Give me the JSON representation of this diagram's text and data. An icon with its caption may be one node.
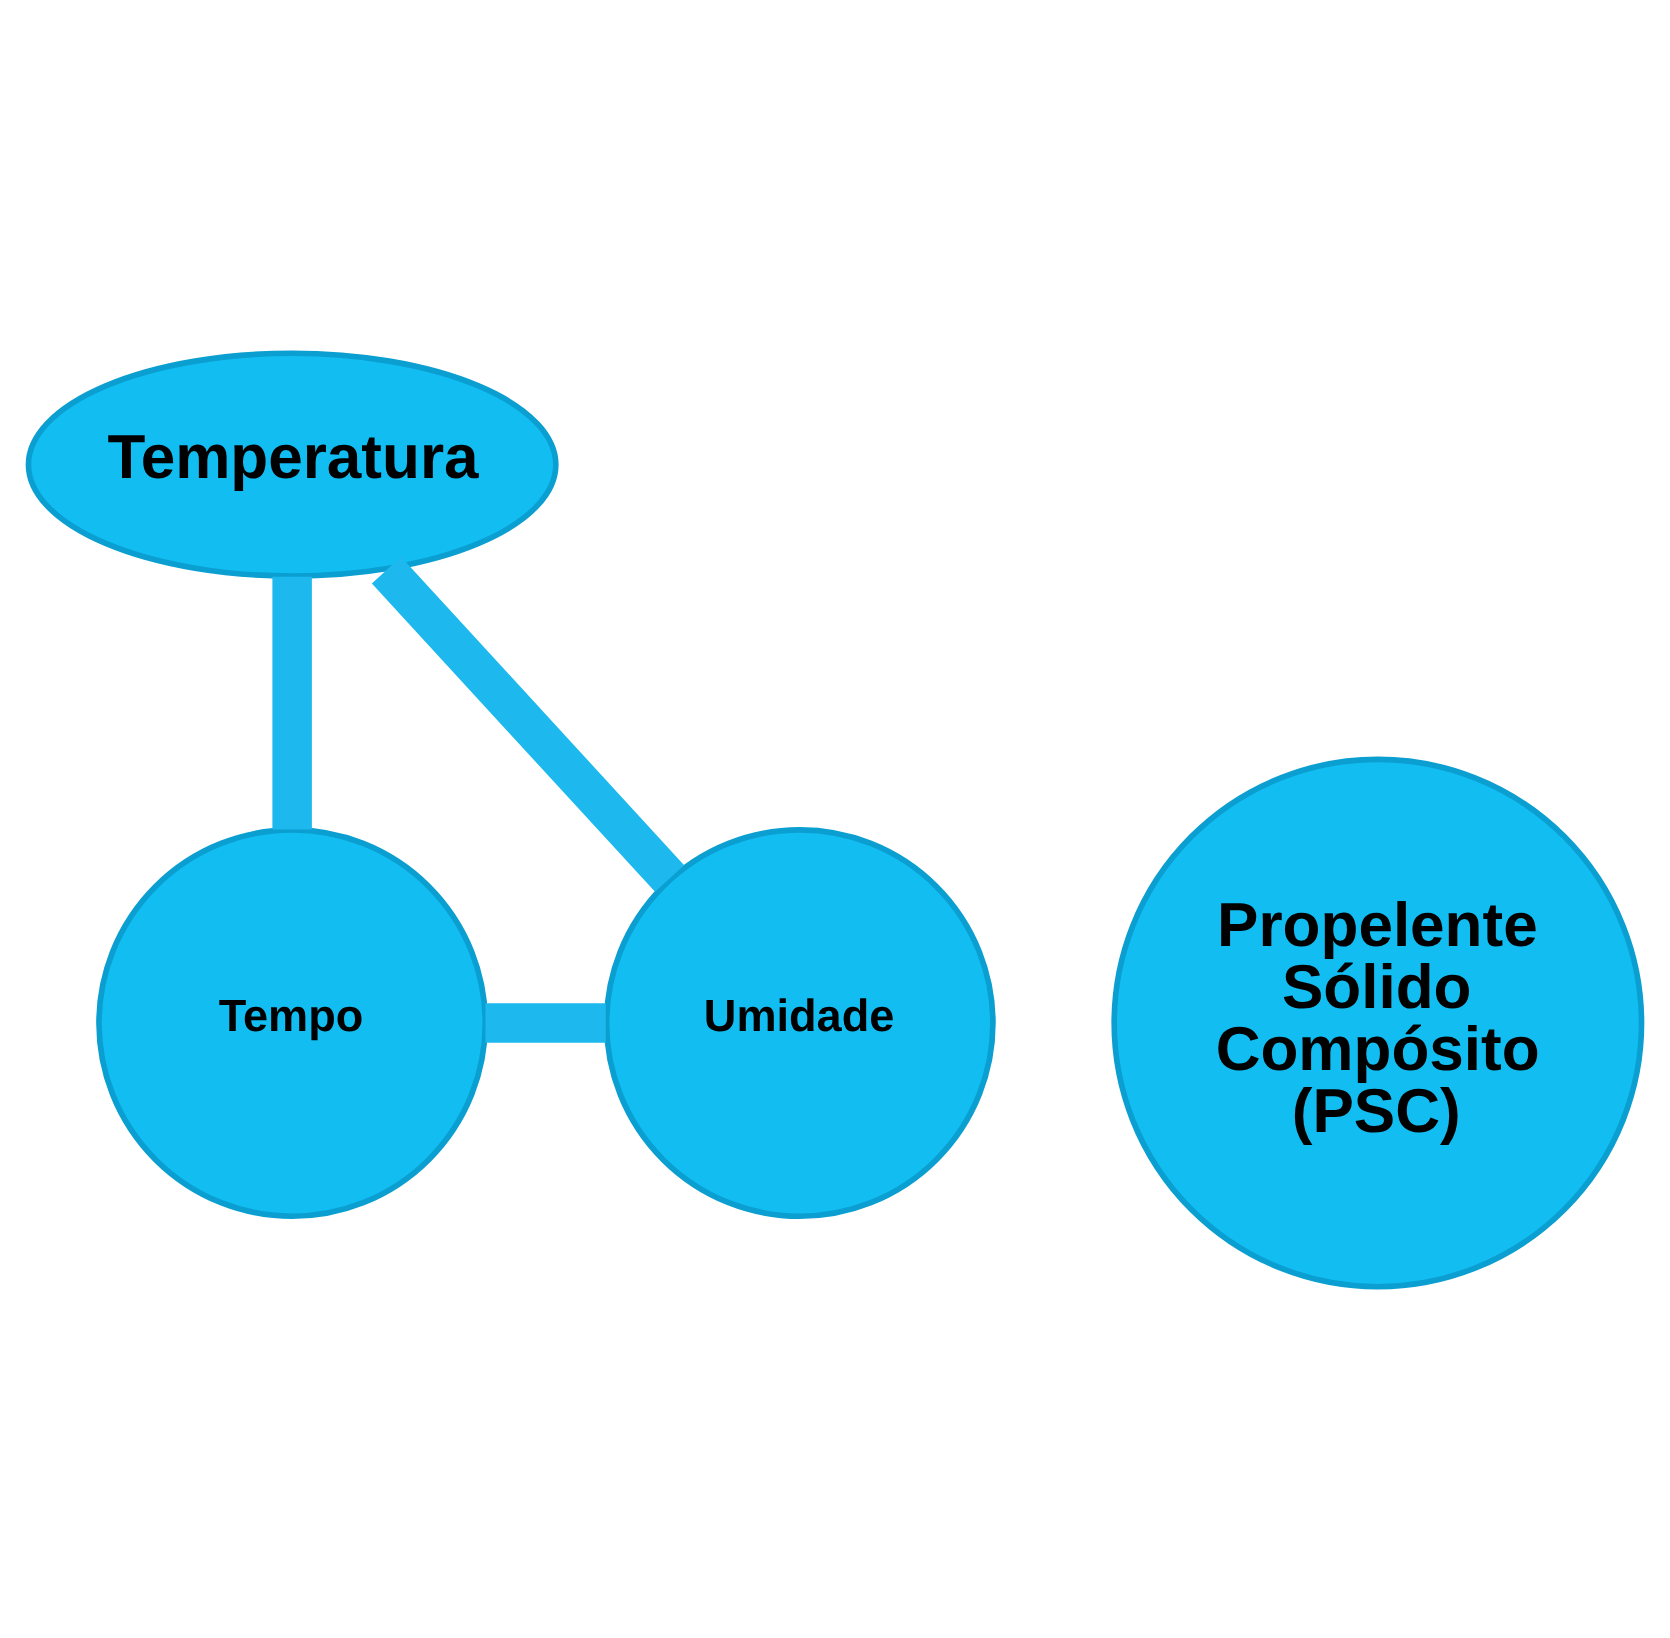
{
  "diagram": {
    "nodes": [
      {
        "text": [
          "Temperatura"
        ]
      },
      {
        "text": [
          "Propelente Sólido Compósito (PSC)"
        ]
      },
      {
        "text": [
          "Umidade"
        ]
      },
      {
        "text": [
          "Tempo"
        ]
      }
    ],
    "edges": [
      {
        "from": 0,
        "to": 3,
        "arrow": "none"
      },
      {
        "from": 3,
        "to": 2,
        "arrow": "none"
      },
      {
        "from": 2,
        "to": 0,
        "arrow": "none"
      }
    ]
  }
}
